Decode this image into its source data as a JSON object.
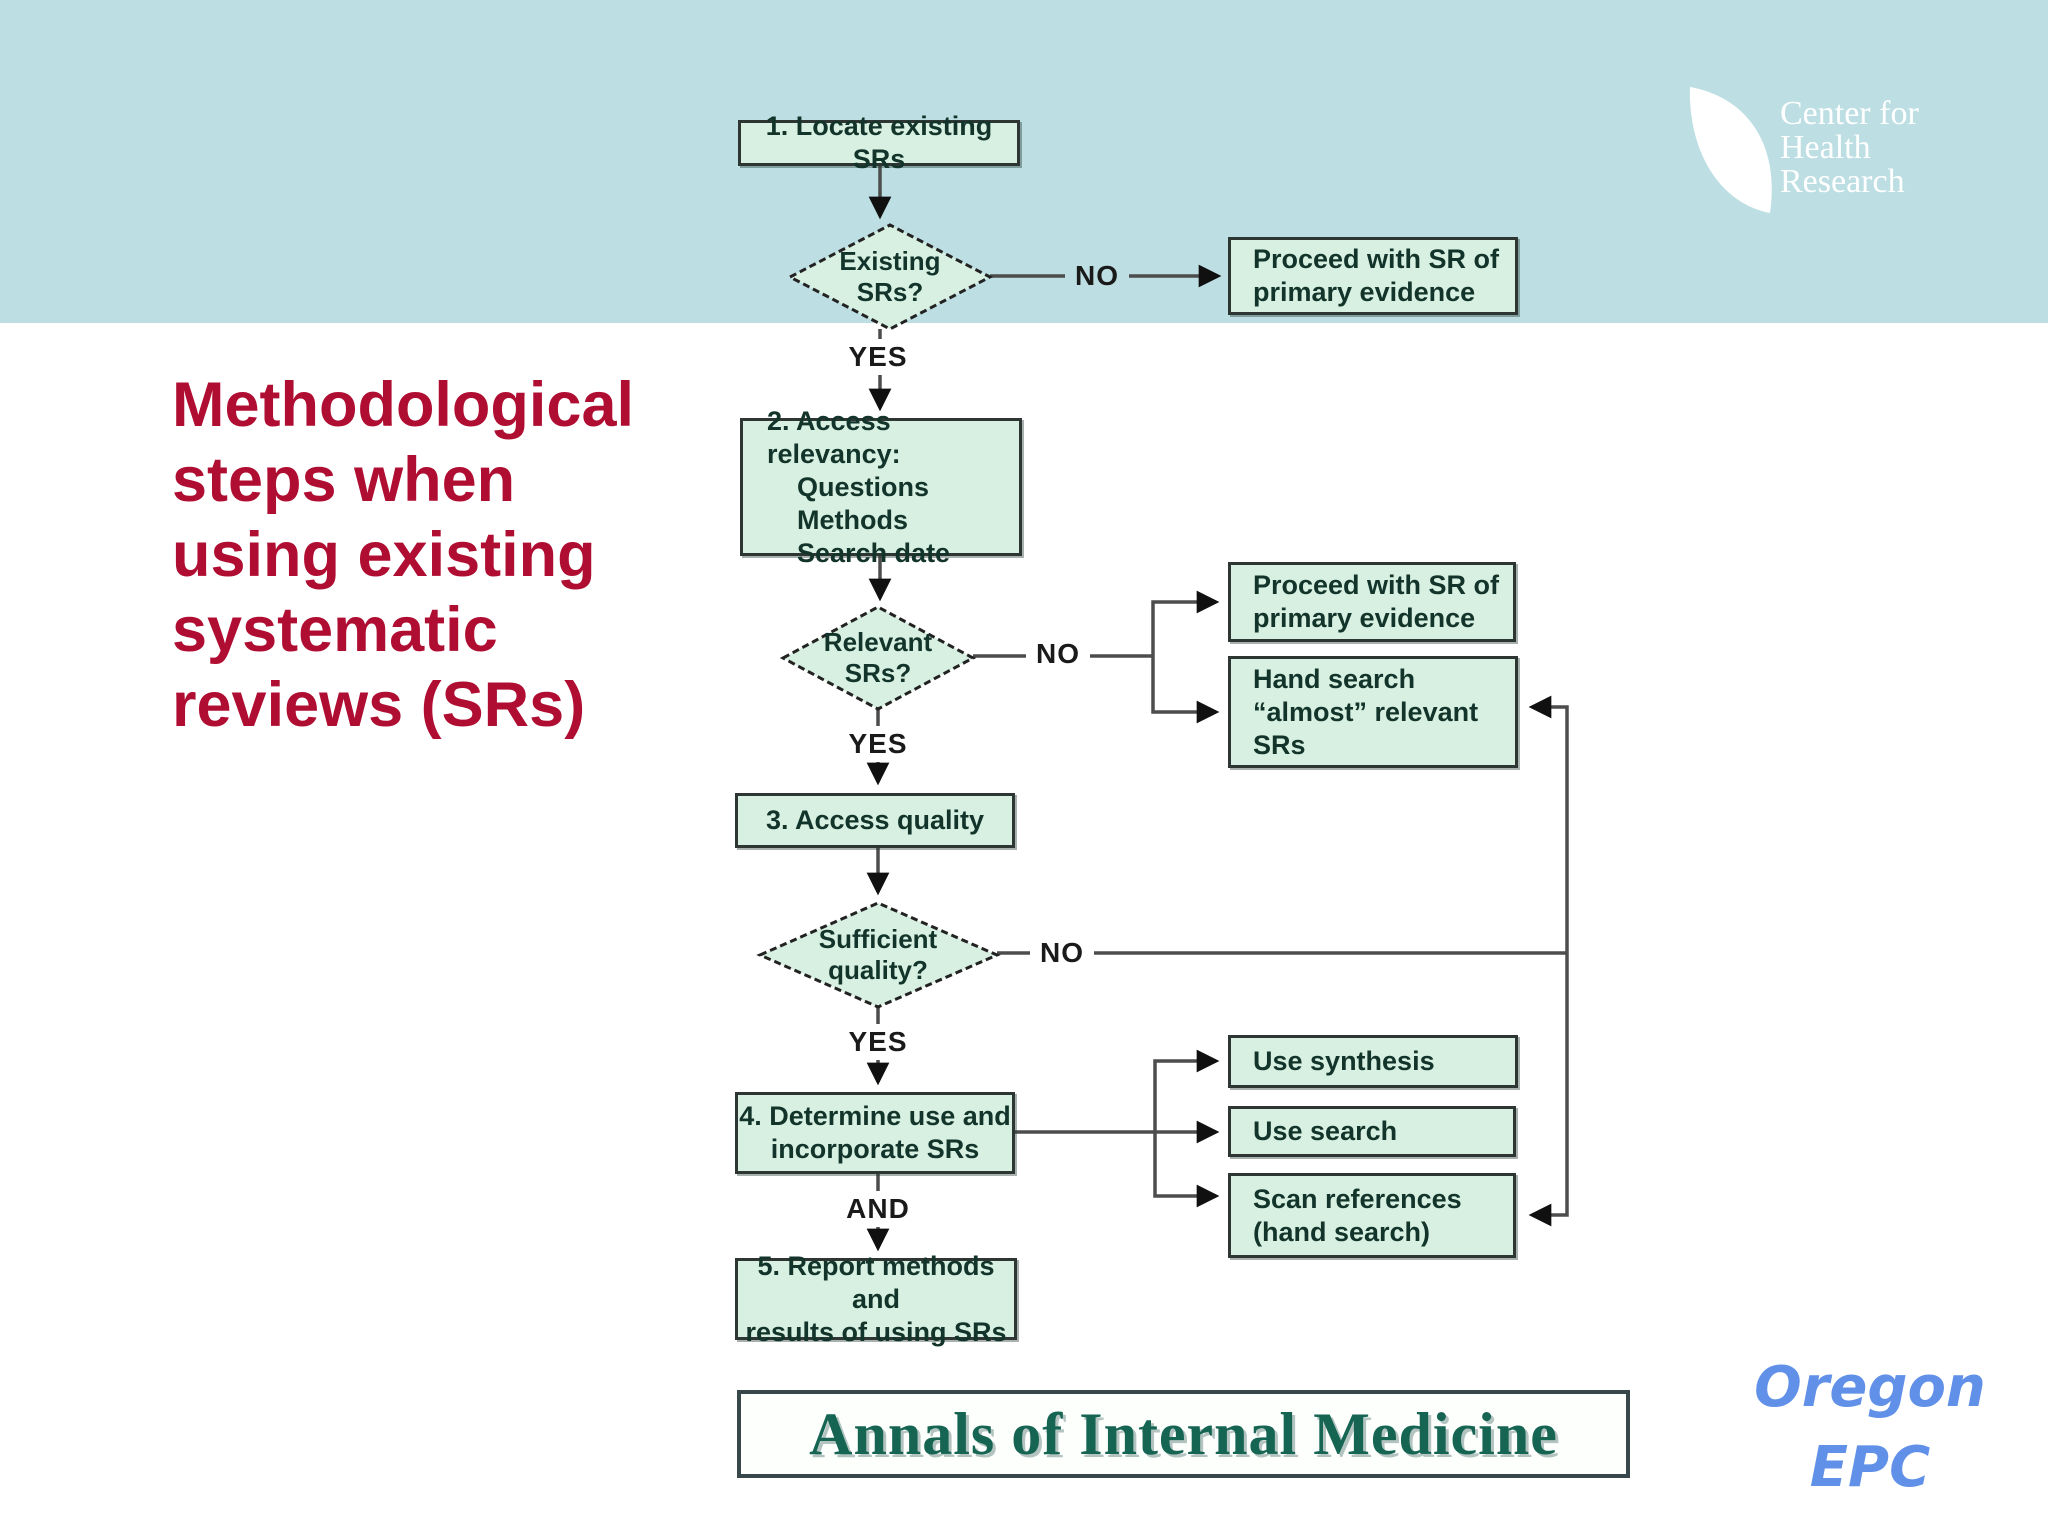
{
  "brand": {
    "line1": "Center for",
    "line2": "Health",
    "line3": "Research"
  },
  "title": "Methodological\nsteps when\nusing existing\nsystematic\nreviews (SRs)",
  "flow": {
    "step1": "1. Locate existing SRs",
    "step2_title": "2. Access relevancy:",
    "step2_item1": "Questions",
    "step2_item2": "Methods",
    "step2_item3": "Search date",
    "step3": "3. Access quality",
    "step4": "4. Determine use and\nincorporate SRs",
    "step5": "5. Report methods and\nresults of using SRs",
    "decision1": "Existing\nSRs?",
    "decision2": "Relevant\nSRs?",
    "decision3": "Sufficient\nquality?",
    "proceed_primary_1": "Proceed with SR of\nprimary evidence",
    "proceed_primary_2": "Proceed with SR of\nprimary evidence",
    "hand_search": "Hand search\n“almost” relevant\nSRs",
    "use_synthesis": "Use synthesis",
    "use_search": "Use search",
    "scan_references": "Scan references\n(hand search)",
    "label_no_1": "NO",
    "label_yes_1": "YES",
    "label_no_2": "NO",
    "label_yes_2": "YES",
    "label_no_3": "NO",
    "label_yes_3": "YES",
    "label_and": "AND"
  },
  "footer": {
    "journal": "Annals of Internal Medicine",
    "org": "Oregon\nEPC"
  },
  "colors": {
    "banner": "#bddfe3",
    "node_fill": "#d8f0e2",
    "title_red": "#b00d32",
    "journal_green": "#166553",
    "org_blue": "#6090e8"
  }
}
